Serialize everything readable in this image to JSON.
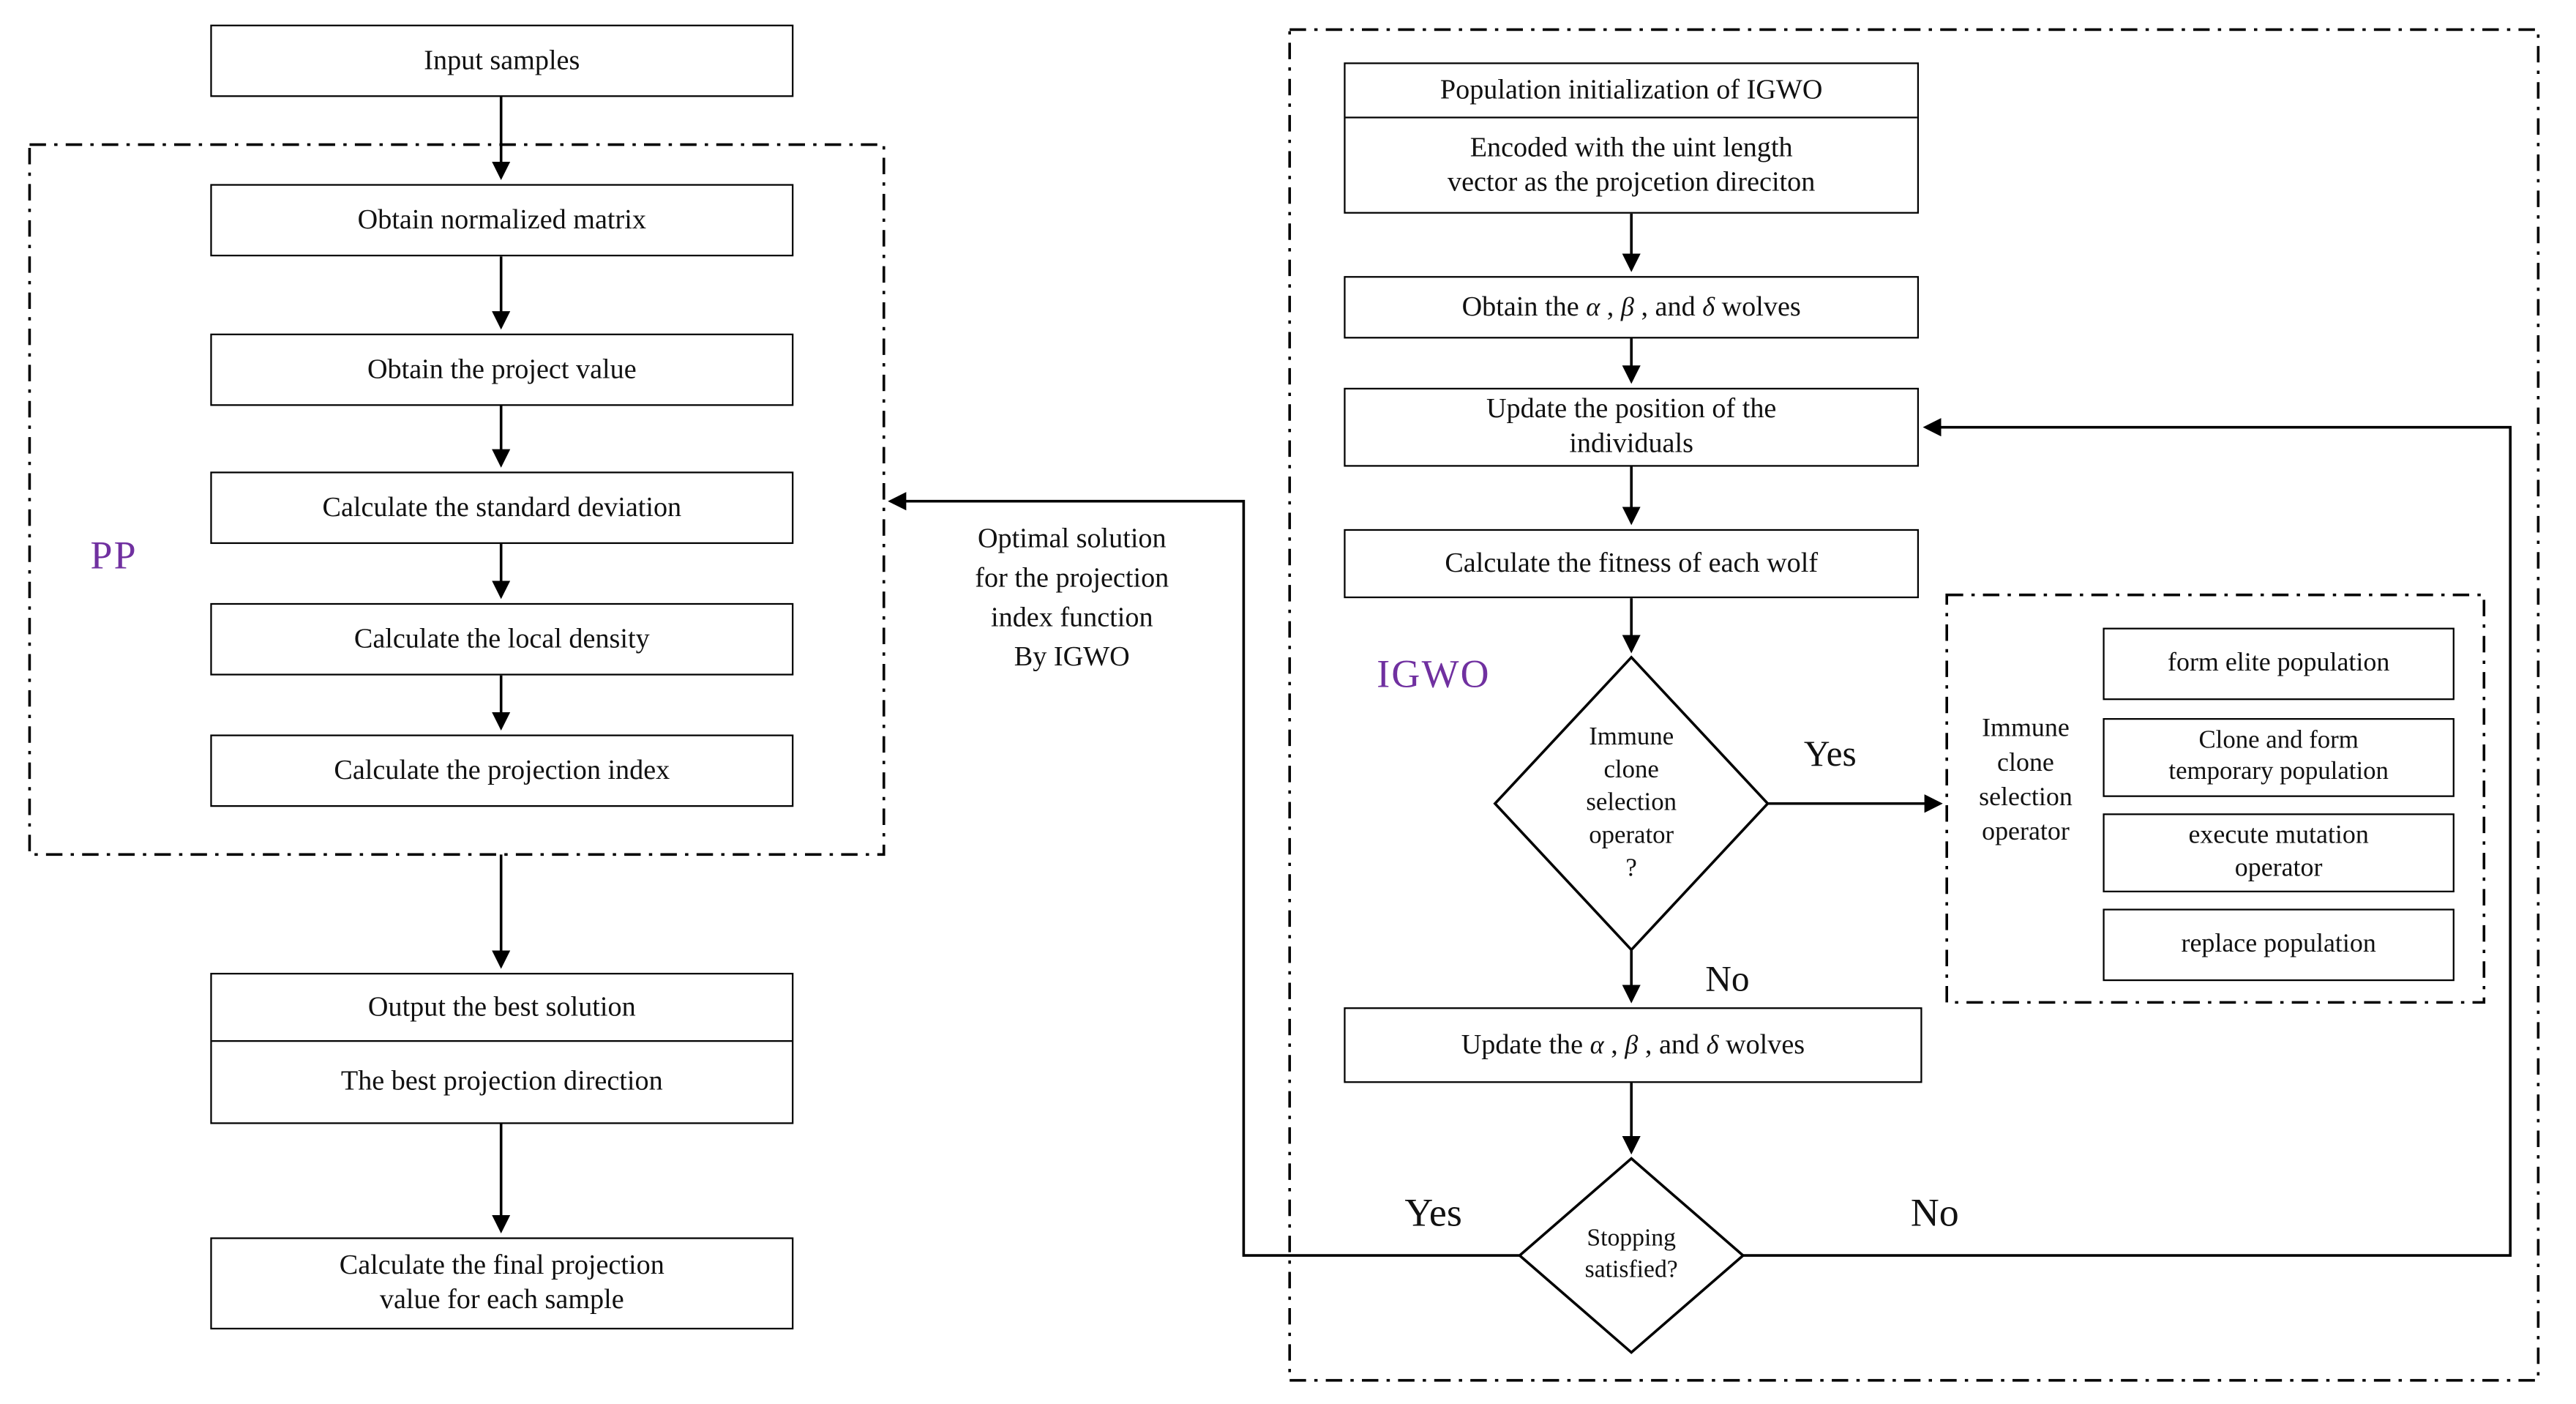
{
  "colors": {
    "accent_purple": "#7030A0",
    "stroke": "#000000",
    "background": "#FFFFFF"
  },
  "left": {
    "input": "Input samples",
    "pp_label": "PP",
    "steps": [
      "Obtain normalized matrix",
      "Obtain the project value",
      "Calculate the standard deviation",
      "Calculate the local density",
      "Calculate the projection index"
    ],
    "output_top": "Output the best solution",
    "output_bottom": "The best projection direction",
    "final": "Calculate the final projection\nvalue for each sample"
  },
  "middle": {
    "optimal": "Optimal solution\nfor the projection\nindex function\nBy IGWO"
  },
  "right": {
    "igwo_label": "IGWO",
    "init_top": "Population initialization of IGWO",
    "init_bottom": "Encoded with the uint length\nvector  as the projcetion direciton",
    "obtain_wolves": [
      "Obtain the  ",
      "α",
      " , ",
      "β",
      " , and  ",
      "δ",
      "  wolves"
    ],
    "update_position": "Update the position of the\nindividuals",
    "calc_fitness": "Calculate the fitness of each wolf",
    "immune_diamond": "Immune\nclone\nselection\noperator\n?",
    "yes1": "Yes",
    "no1": "No",
    "update_wolves": [
      "Update the  ",
      "α",
      " , ",
      "β",
      " , and  ",
      "δ",
      "  wolves"
    ],
    "stopping_diamond": "Stopping\nsatisfied?",
    "yes2": "Yes",
    "no2": "No"
  },
  "immune": {
    "label": "Immune\nclone\nselection\noperator",
    "boxes": [
      "form elite population",
      "Clone and form\ntemporary population",
      "execute mutation\noperator",
      "replace population"
    ]
  }
}
